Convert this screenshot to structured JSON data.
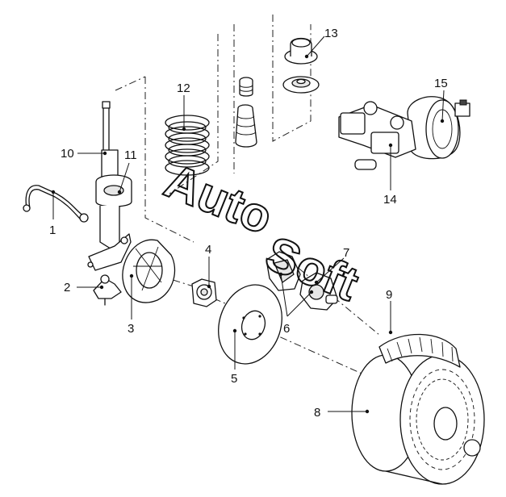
{
  "diagram": {
    "watermark": {
      "line1": "Auto",
      "line2": "Soft"
    },
    "callouts": [
      {
        "id": "1",
        "label": "1"
      },
      {
        "id": "2",
        "label": "2"
      },
      {
        "id": "3",
        "label": "3"
      },
      {
        "id": "4",
        "label": "4"
      },
      {
        "id": "5",
        "label": "5"
      },
      {
        "id": "6",
        "label": "6"
      },
      {
        "id": "7",
        "label": "7"
      },
      {
        "id": "8",
        "label": "8"
      },
      {
        "id": "9",
        "label": "9"
      },
      {
        "id": "10",
        "label": "10"
      },
      {
        "id": "11",
        "label": "11"
      },
      {
        "id": "12",
        "label": "12"
      },
      {
        "id": "13",
        "label": "13"
      },
      {
        "id": "14",
        "label": "14"
      },
      {
        "id": "15",
        "label": "15"
      }
    ],
    "colors": {
      "ink": "#111111",
      "background": "#ffffff"
    }
  }
}
